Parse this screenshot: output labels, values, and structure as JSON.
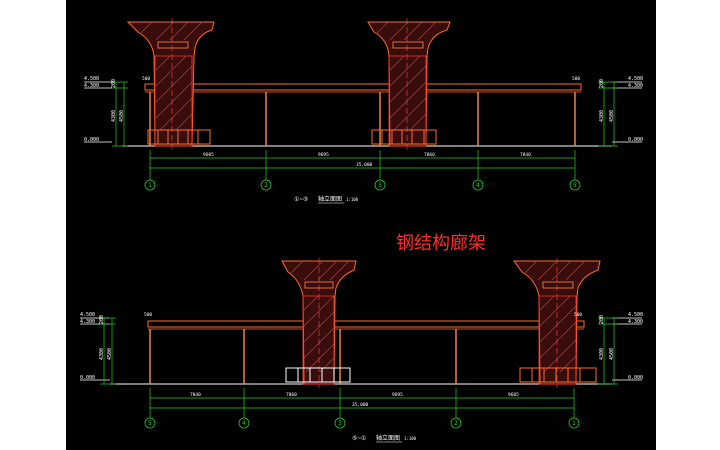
{
  "drawing": {
    "title": "钢结构廊架",
    "colors": {
      "background": "#000000",
      "page": "#ffffff",
      "title": "#ff2a2a",
      "structure": "#ff6a2a",
      "column": "#cc2222",
      "hatch": "#ff5533",
      "dimension": "#22cc22",
      "axis": "#ff2a2a",
      "white": "#ffffff"
    }
  },
  "elev1": {
    "title_prefix": "①~⑤",
    "title_text": "轴立面图",
    "scale": "1:100",
    "left_levels": [
      "4.500",
      "4.300",
      "0.000"
    ],
    "right_levels": [
      "4.500",
      "4.300",
      "0.000"
    ],
    "left_vdims": [
      "200",
      "4300",
      "4500"
    ],
    "right_vdims": [
      "200",
      "4300",
      "4500"
    ],
    "end_labels": [
      "500",
      "500"
    ],
    "bay_dims": [
      "9605",
      "9695",
      "7860",
      "7840"
    ],
    "total_dim": "35,000",
    "axes": [
      "1",
      "2",
      "3",
      "4",
      "5"
    ]
  },
  "elev2": {
    "title_prefix": "⑤~①",
    "title_text": "轴立面图",
    "scale": "1:100",
    "left_levels": [
      "4.500",
      "4.300",
      "0.000"
    ],
    "right_levels": [
      "4.500",
      "4.300",
      "0.000"
    ],
    "left_vdims": [
      "200",
      "4300",
      "4500"
    ],
    "right_vdims": [
      "200",
      "4300",
      "4500"
    ],
    "end_labels": [
      "500",
      "500"
    ],
    "bay_dims": [
      "7840",
      "7860",
      "9695",
      "9605"
    ],
    "total_dim": "35,000",
    "axes": [
      "5",
      "4",
      "3",
      "2",
      "1"
    ]
  }
}
